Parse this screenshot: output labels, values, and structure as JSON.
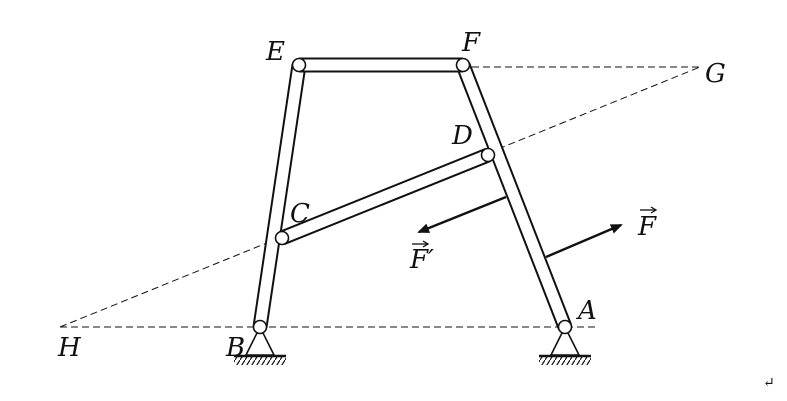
{
  "diagram": {
    "points": {
      "A": "A",
      "B": "B",
      "C": "C",
      "D": "D",
      "E": "E",
      "F": "F",
      "G": "G",
      "H": "H"
    },
    "forces": {
      "F_label": "F",
      "F_prime_label": "F′"
    },
    "corner_mark": "↵"
  }
}
